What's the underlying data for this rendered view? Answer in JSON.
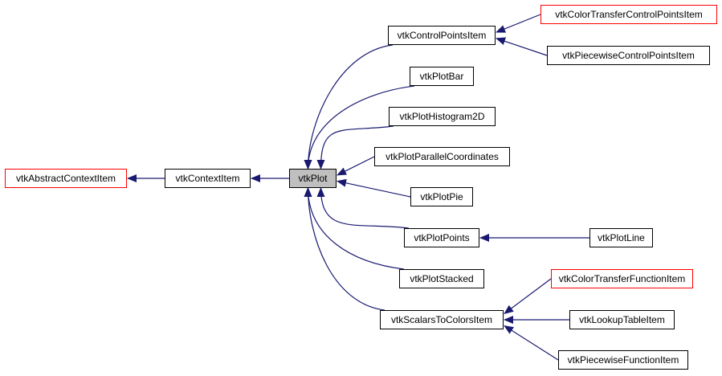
{
  "diagram": {
    "kind": "inheritance-graph",
    "edge_color": "#191970",
    "nodes": [
      {
        "id": "vtkAbstractContextItem",
        "label": "vtkAbstractContextItem",
        "style": "red"
      },
      {
        "id": "vtkContextItem",
        "label": "vtkContextItem",
        "style": "normal"
      },
      {
        "id": "vtkPlot",
        "label": "vtkPlot",
        "style": "current"
      },
      {
        "id": "vtkControlPointsItem",
        "label": "vtkControlPointsItem",
        "style": "normal"
      },
      {
        "id": "vtkPlotBar",
        "label": "vtkPlotBar",
        "style": "normal"
      },
      {
        "id": "vtkPlotHistogram2D",
        "label": "vtkPlotHistogram2D",
        "style": "normal"
      },
      {
        "id": "vtkPlotParallelCoordinates",
        "label": "vtkPlotParallelCoordinates",
        "style": "normal"
      },
      {
        "id": "vtkPlotPie",
        "label": "vtkPlotPie",
        "style": "normal"
      },
      {
        "id": "vtkPlotPoints",
        "label": "vtkPlotPoints",
        "style": "normal"
      },
      {
        "id": "vtkPlotStacked",
        "label": "vtkPlotStacked",
        "style": "normal"
      },
      {
        "id": "vtkScalarsToColorsItem",
        "label": "vtkScalarsToColorsItem",
        "style": "normal"
      },
      {
        "id": "vtkColorTransferControlPointsItem",
        "label": "vtkColorTransferControlPointsItem",
        "style": "red"
      },
      {
        "id": "vtkPiecewiseControlPointsItem",
        "label": "vtkPiecewiseControlPointsItem",
        "style": "normal"
      },
      {
        "id": "vtkPlotLine",
        "label": "vtkPlotLine",
        "style": "normal"
      },
      {
        "id": "vtkColorTransferFunctionItem",
        "label": "vtkColorTransferFunctionItem",
        "style": "red"
      },
      {
        "id": "vtkLookupTableItem",
        "label": "vtkLookupTableItem",
        "style": "normal"
      },
      {
        "id": "vtkPiecewiseFunctionItem",
        "label": "vtkPiecewiseFunctionItem",
        "style": "normal"
      }
    ],
    "edges": [
      {
        "from": "vtkContextItem",
        "to": "vtkAbstractContextItem"
      },
      {
        "from": "vtkPlot",
        "to": "vtkContextItem"
      },
      {
        "from": "vtkControlPointsItem",
        "to": "vtkPlot"
      },
      {
        "from": "vtkPlotBar",
        "to": "vtkPlot"
      },
      {
        "from": "vtkPlotHistogram2D",
        "to": "vtkPlot"
      },
      {
        "from": "vtkPlotParallelCoordinates",
        "to": "vtkPlot"
      },
      {
        "from": "vtkPlotPie",
        "to": "vtkPlot"
      },
      {
        "from": "vtkPlotPoints",
        "to": "vtkPlot"
      },
      {
        "from": "vtkPlotStacked",
        "to": "vtkPlot"
      },
      {
        "from": "vtkScalarsToColorsItem",
        "to": "vtkPlot"
      },
      {
        "from": "vtkColorTransferControlPointsItem",
        "to": "vtkControlPointsItem"
      },
      {
        "from": "vtkPiecewiseControlPointsItem",
        "to": "vtkControlPointsItem"
      },
      {
        "from": "vtkPlotLine",
        "to": "vtkPlotPoints"
      },
      {
        "from": "vtkColorTransferFunctionItem",
        "to": "vtkScalarsToColorsItem"
      },
      {
        "from": "vtkLookupTableItem",
        "to": "vtkScalarsToColorsItem"
      },
      {
        "from": "vtkPiecewiseFunctionItem",
        "to": "vtkScalarsToColorsItem"
      }
    ]
  }
}
